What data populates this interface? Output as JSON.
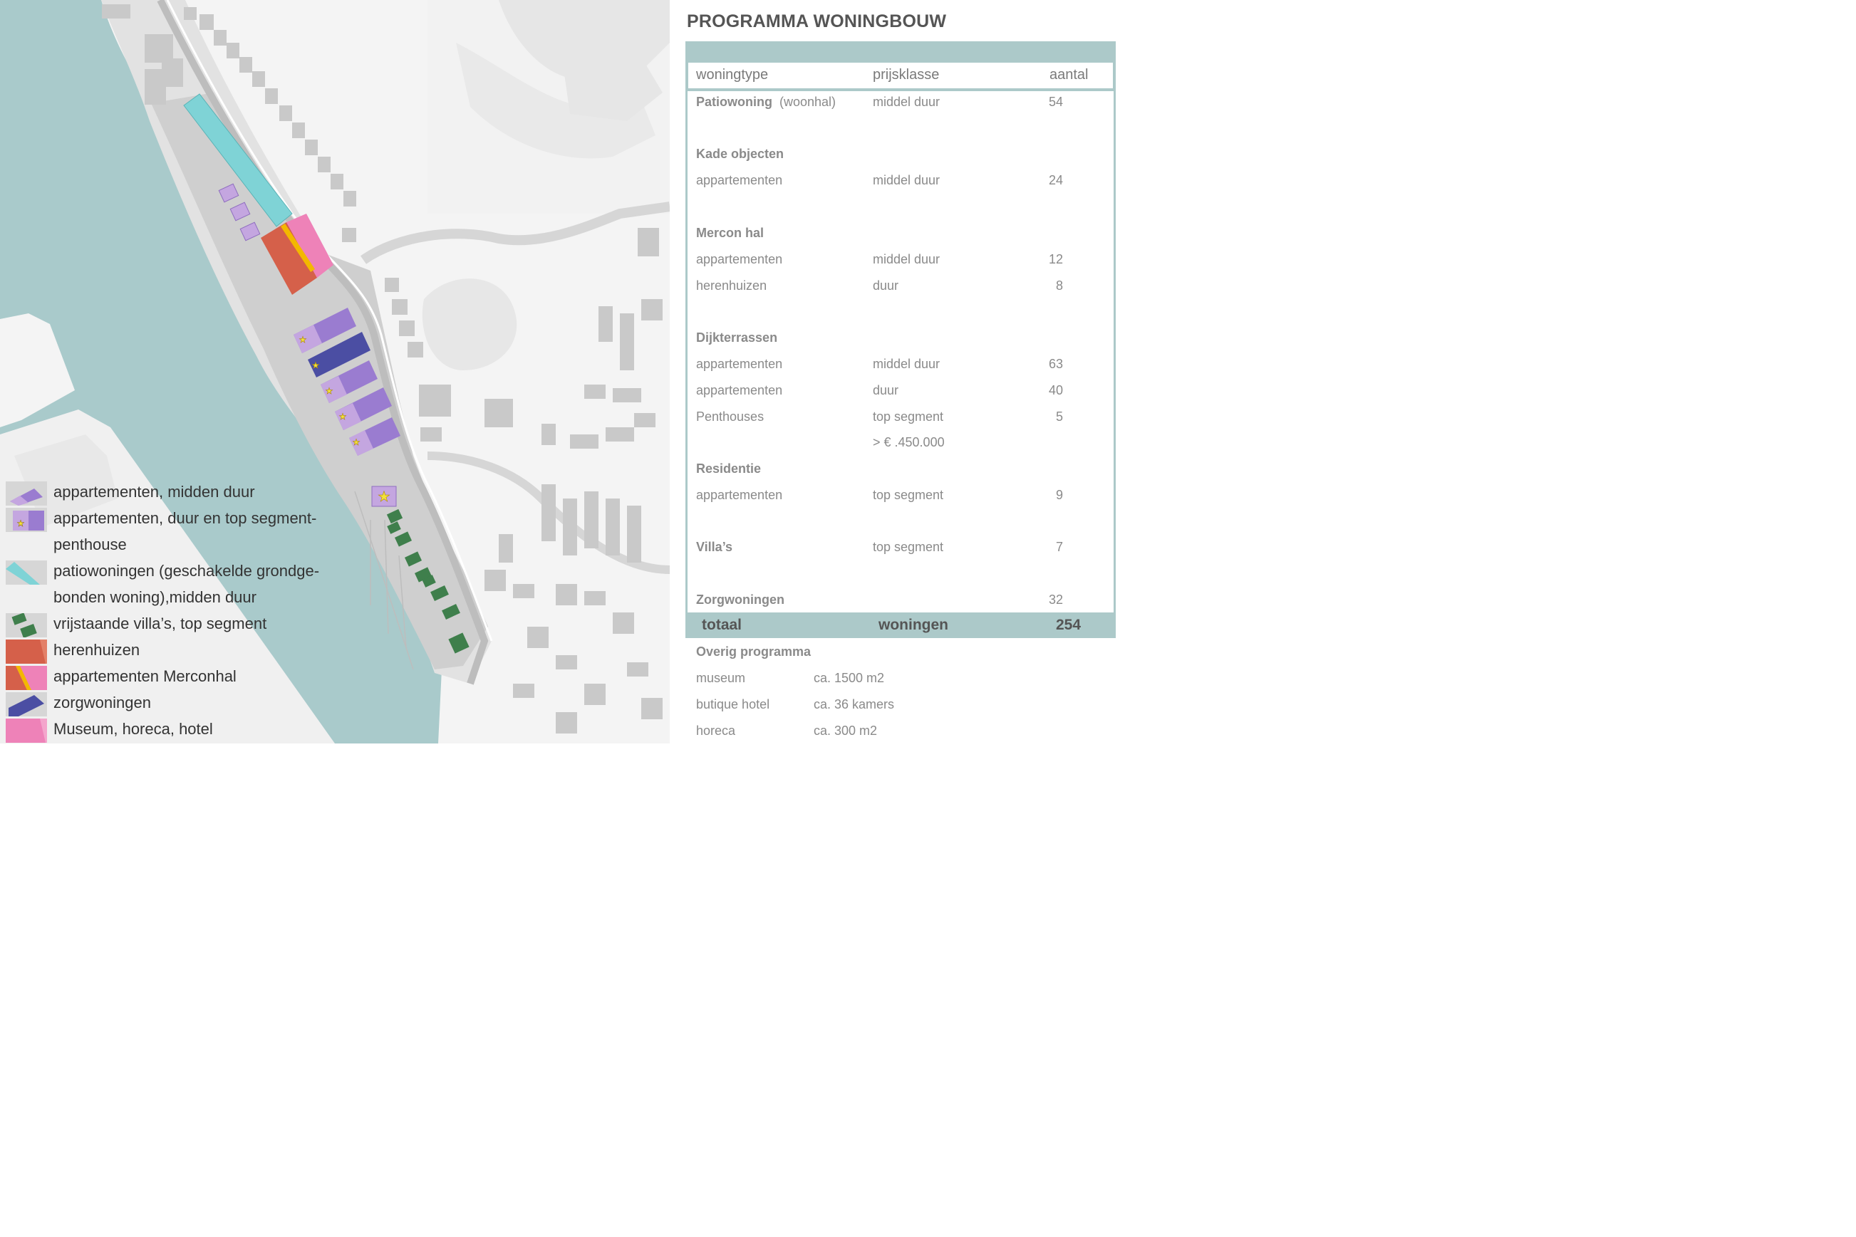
{
  "legend": [
    {
      "label": "appartementen, midden duur",
      "swatch": "purple-light"
    },
    {
      "label": "appartementen, duur en top segment-",
      "swatch": "purple-star"
    },
    {
      "label": "penthouse",
      "swatch": "none"
    },
    {
      "label": "patiowoningen (geschakelde grondge-",
      "swatch": "cyan"
    },
    {
      "label": "bonden woning),midden duur",
      "swatch": "none"
    },
    {
      "label": "vrijstaande villa’s, top segment",
      "swatch": "green"
    },
    {
      "label": "herenhuizen",
      "swatch": "red"
    },
    {
      "label": "appartementen Merconhal",
      "swatch": "red-pink-yellow"
    },
    {
      "label": "zorgwoningen",
      "swatch": "navy"
    },
    {
      "label": "Museum, horeca, hotel",
      "swatch": "pink"
    }
  ],
  "colors": {
    "water": "#a9cacb",
    "land_gray": "#d9d9d9",
    "quay": "#c8c8c8",
    "purple": "#9a7cd0",
    "purple_light": "#c4a6e0",
    "navy": "#4b4ea3",
    "cyan": "#7fd3d6",
    "green": "#3f7f4c",
    "red": "#d5604a",
    "pink": "#ee82b8",
    "yellow": "#f3b800",
    "panel_teal": "#acc9c9"
  },
  "panel": {
    "title": "PROGRAMMA WONINGBOUW",
    "headers": [
      "woningtype",
      "prijsklasse",
      "aantal"
    ],
    "rows": [
      {
        "type": "Patiowoning",
        "note": "(woonhal)",
        "bold": true,
        "price": "middel duur",
        "count": "54"
      },
      {
        "type": "Kade objecten",
        "note": "",
        "bold": true,
        "price": "",
        "count": ""
      },
      {
        "type": "appartementen",
        "note": "",
        "bold": false,
        "price": "middel duur",
        "count": "24"
      },
      {
        "type": "Mercon hal",
        "note": "",
        "bold": true,
        "price": "",
        "count": ""
      },
      {
        "type": "appartementen",
        "note": "",
        "bold": false,
        "price": "middel duur",
        "count": "12"
      },
      {
        "type": "herenhuizen",
        "note": "",
        "bold": false,
        "price": "duur",
        "count": "8"
      },
      {
        "type": "Dijkterrassen",
        "note": "",
        "bold": true,
        "price": "",
        "count": ""
      },
      {
        "type": "appartementen",
        "note": "",
        "bold": false,
        "price": "middel duur",
        "count": "63"
      },
      {
        "type": "appartementen",
        "note": "",
        "bold": false,
        "price": "duur",
        "count": "40"
      },
      {
        "type": "Penthouses",
        "note": "",
        "bold": false,
        "price": "top segment",
        "count": "5"
      },
      {
        "type": "",
        "note": "",
        "bold": false,
        "price": "> € .450.000",
        "count": ""
      },
      {
        "type": "Residentie",
        "note": "",
        "bold": true,
        "price": "",
        "count": ""
      },
      {
        "type": "appartementen",
        "note": "",
        "bold": false,
        "price": "top segment",
        "count": "9"
      },
      {
        "type": "Villa’s",
        "note": "",
        "bold": true,
        "price": "top segment",
        "count": "7"
      },
      {
        "type": "Zorgwoningen",
        "note": "",
        "bold": true,
        "price": "",
        "count": "32"
      }
    ],
    "total": {
      "label": "totaal",
      "unit": "woningen",
      "count": "254"
    },
    "other_title": "Overig programma",
    "other": [
      {
        "label": "museum",
        "value": "ca. 1500 m2"
      },
      {
        "label": "butique hotel",
        "value": "ca. 36 kamers"
      },
      {
        "label": "horeca",
        "value": "ca. 300 m2"
      }
    ]
  }
}
